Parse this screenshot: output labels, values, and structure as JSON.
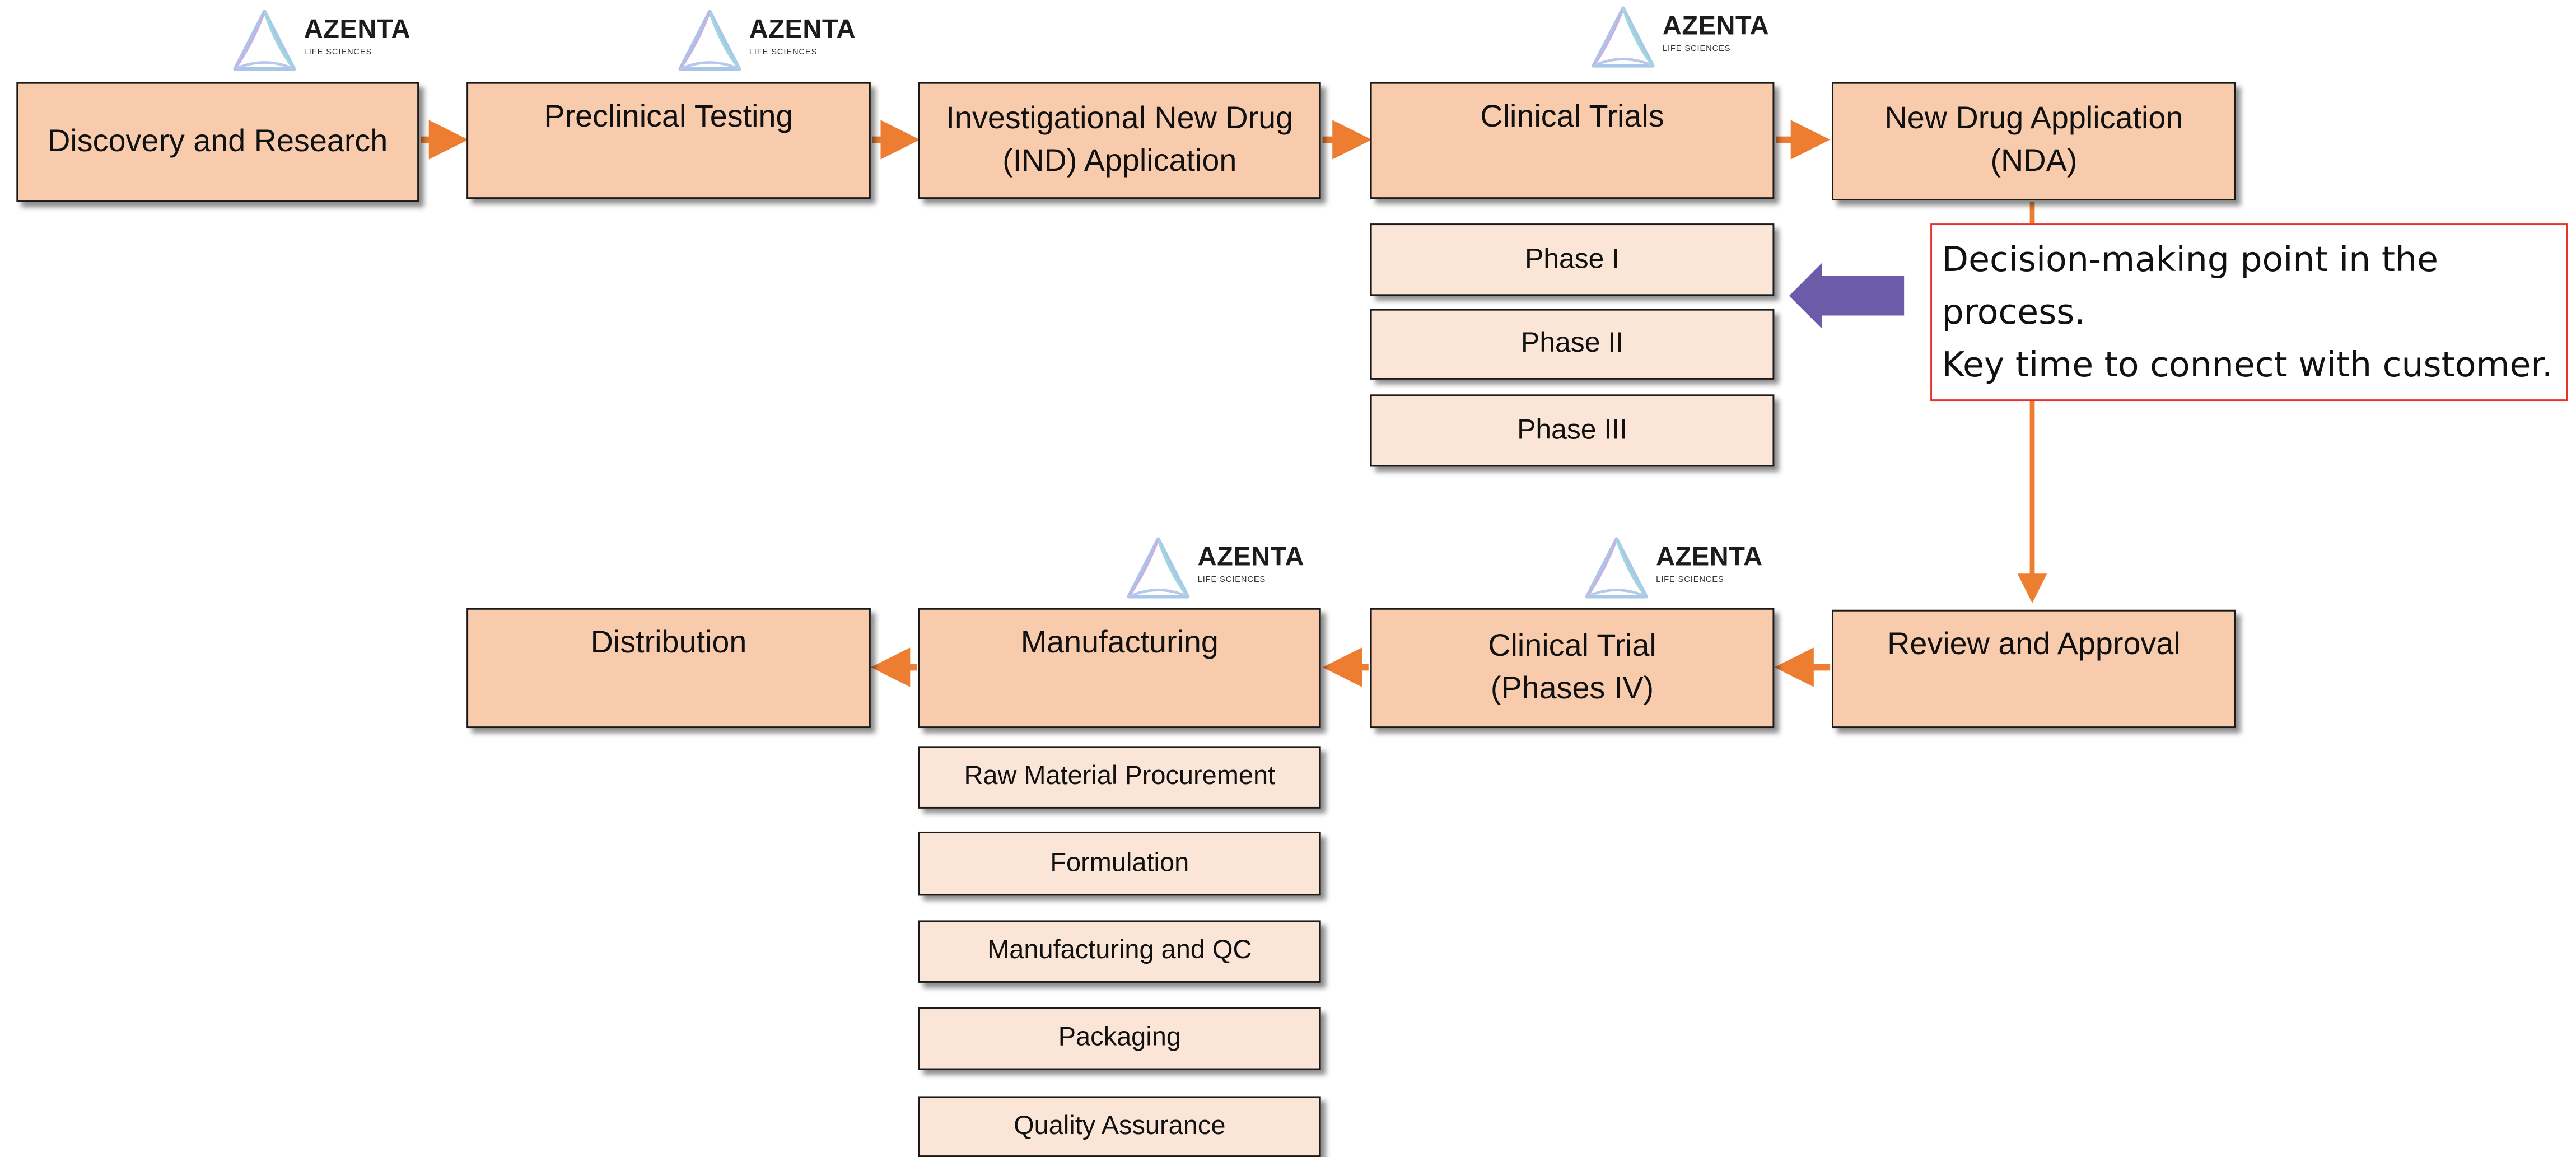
{
  "brand": {
    "name": "AZENTA",
    "tagline": "LIFE SCIENCES"
  },
  "stages": {
    "discovery": "Discovery and Research",
    "preclinical": "Preclinical Testing",
    "ind_line1": "Investigational New Drug",
    "ind_line2": "(IND) Application",
    "clinical_trials": "Clinical Trials",
    "nda_line1": "New Drug Application",
    "nda_line2": "(NDA)",
    "review": "Review and Approval",
    "phase4_line1": "Clinical Trial",
    "phase4_line2": "(Phases IV)",
    "manufacturing": "Manufacturing",
    "distribution": "Distribution"
  },
  "phases": [
    "Phase I",
    "Phase II",
    "Phase III"
  ],
  "manufacturing_steps": [
    "Raw Material Procurement",
    "Formulation",
    "Manufacturing and QC",
    "Packaging",
    "Quality Assurance"
  ],
  "callout": {
    "line1": "Decision-making point in the",
    "line2": "process.",
    "line3": "Key time to connect with customer."
  },
  "colors": {
    "stage_fill": "#f8cbad",
    "substage_fill": "#fbe5d6",
    "flow_arrow": "#ed7d31",
    "pointer_arrow": "#6b5ba8",
    "callout_border": "#e8322d"
  }
}
